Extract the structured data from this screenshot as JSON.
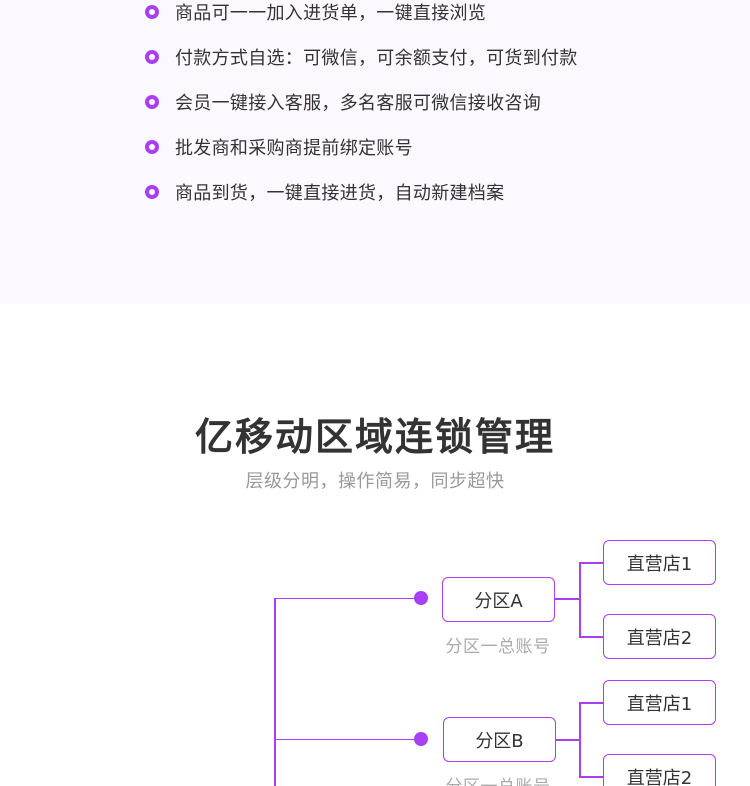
{
  "features": {
    "items": [
      {
        "text": "商品可一一加入进货单，一键直接浏览"
      },
      {
        "text": "付款方式自选：可微信，可余额支付，可货到付款"
      },
      {
        "text": "会员一键接入客服，多名客服可微信接收咨询"
      },
      {
        "text": "批发商和采购商提前绑定账号"
      },
      {
        "text": "商品到货，一键直接进货，自动新建档案"
      }
    ]
  },
  "section": {
    "title": "亿移动区域连锁管理",
    "subtitle": "层级分明，操作简易，同步超快"
  },
  "tree": {
    "partitions": [
      {
        "label": "分区A",
        "caption": "分区一总账号",
        "stores": [
          {
            "label": "直营店1"
          },
          {
            "label": "直营店2"
          }
        ]
      },
      {
        "label": "分区B",
        "caption": "分区一总账号",
        "stores": [
          {
            "label": "直营店1"
          },
          {
            "label": "直营店2"
          }
        ]
      }
    ]
  },
  "colors": {
    "accent": "#a93ff5",
    "feature_bg": "#fbf9fe",
    "text_dark": "#333333",
    "text_muted": "#999999"
  }
}
